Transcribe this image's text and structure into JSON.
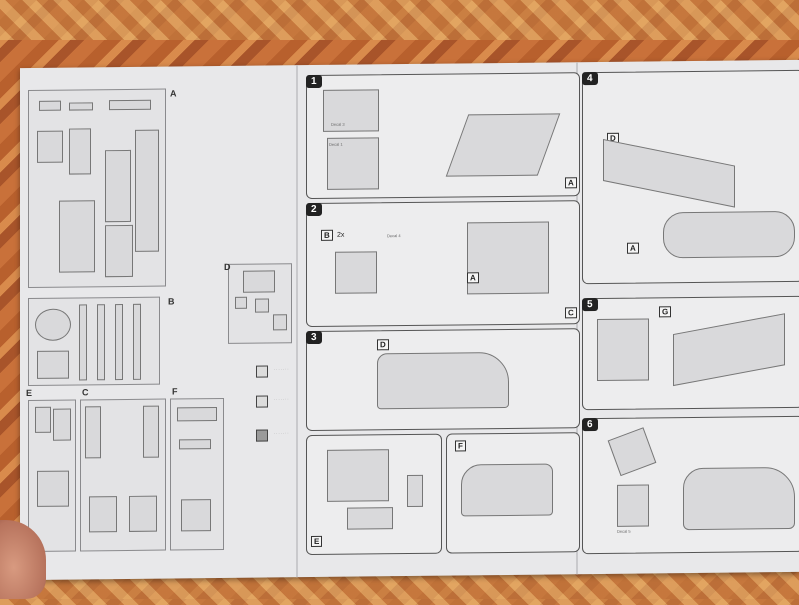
{
  "scene": {
    "description_colors": {
      "carpet": "#c9713a",
      "paper": "#e8e8ea",
      "ink": "#333333"
    }
  },
  "sprues": [
    {
      "letter": "A"
    },
    {
      "letter": "B"
    },
    {
      "letter": "D"
    },
    {
      "letter": "E"
    },
    {
      "letter": "C"
    },
    {
      "letter": "F"
    }
  ],
  "steps": [
    {
      "num": "1",
      "sub_letters": [
        "A"
      ],
      "details": [
        "Decal 3",
        "Decal 1"
      ]
    },
    {
      "num": "2",
      "sub_letters": [
        "B",
        "A",
        "C"
      ],
      "multiplier": "2x",
      "details": [
        "Decal 4"
      ]
    },
    {
      "num": "3",
      "sub_letters": [
        "D",
        "E",
        "F"
      ]
    },
    {
      "num": "4",
      "sub_letters": [
        "D",
        "A"
      ]
    },
    {
      "num": "5",
      "sub_letters": [
        "G"
      ]
    },
    {
      "num": "6",
      "sub_letters": [],
      "details": [
        "Decal 5"
      ]
    }
  ]
}
